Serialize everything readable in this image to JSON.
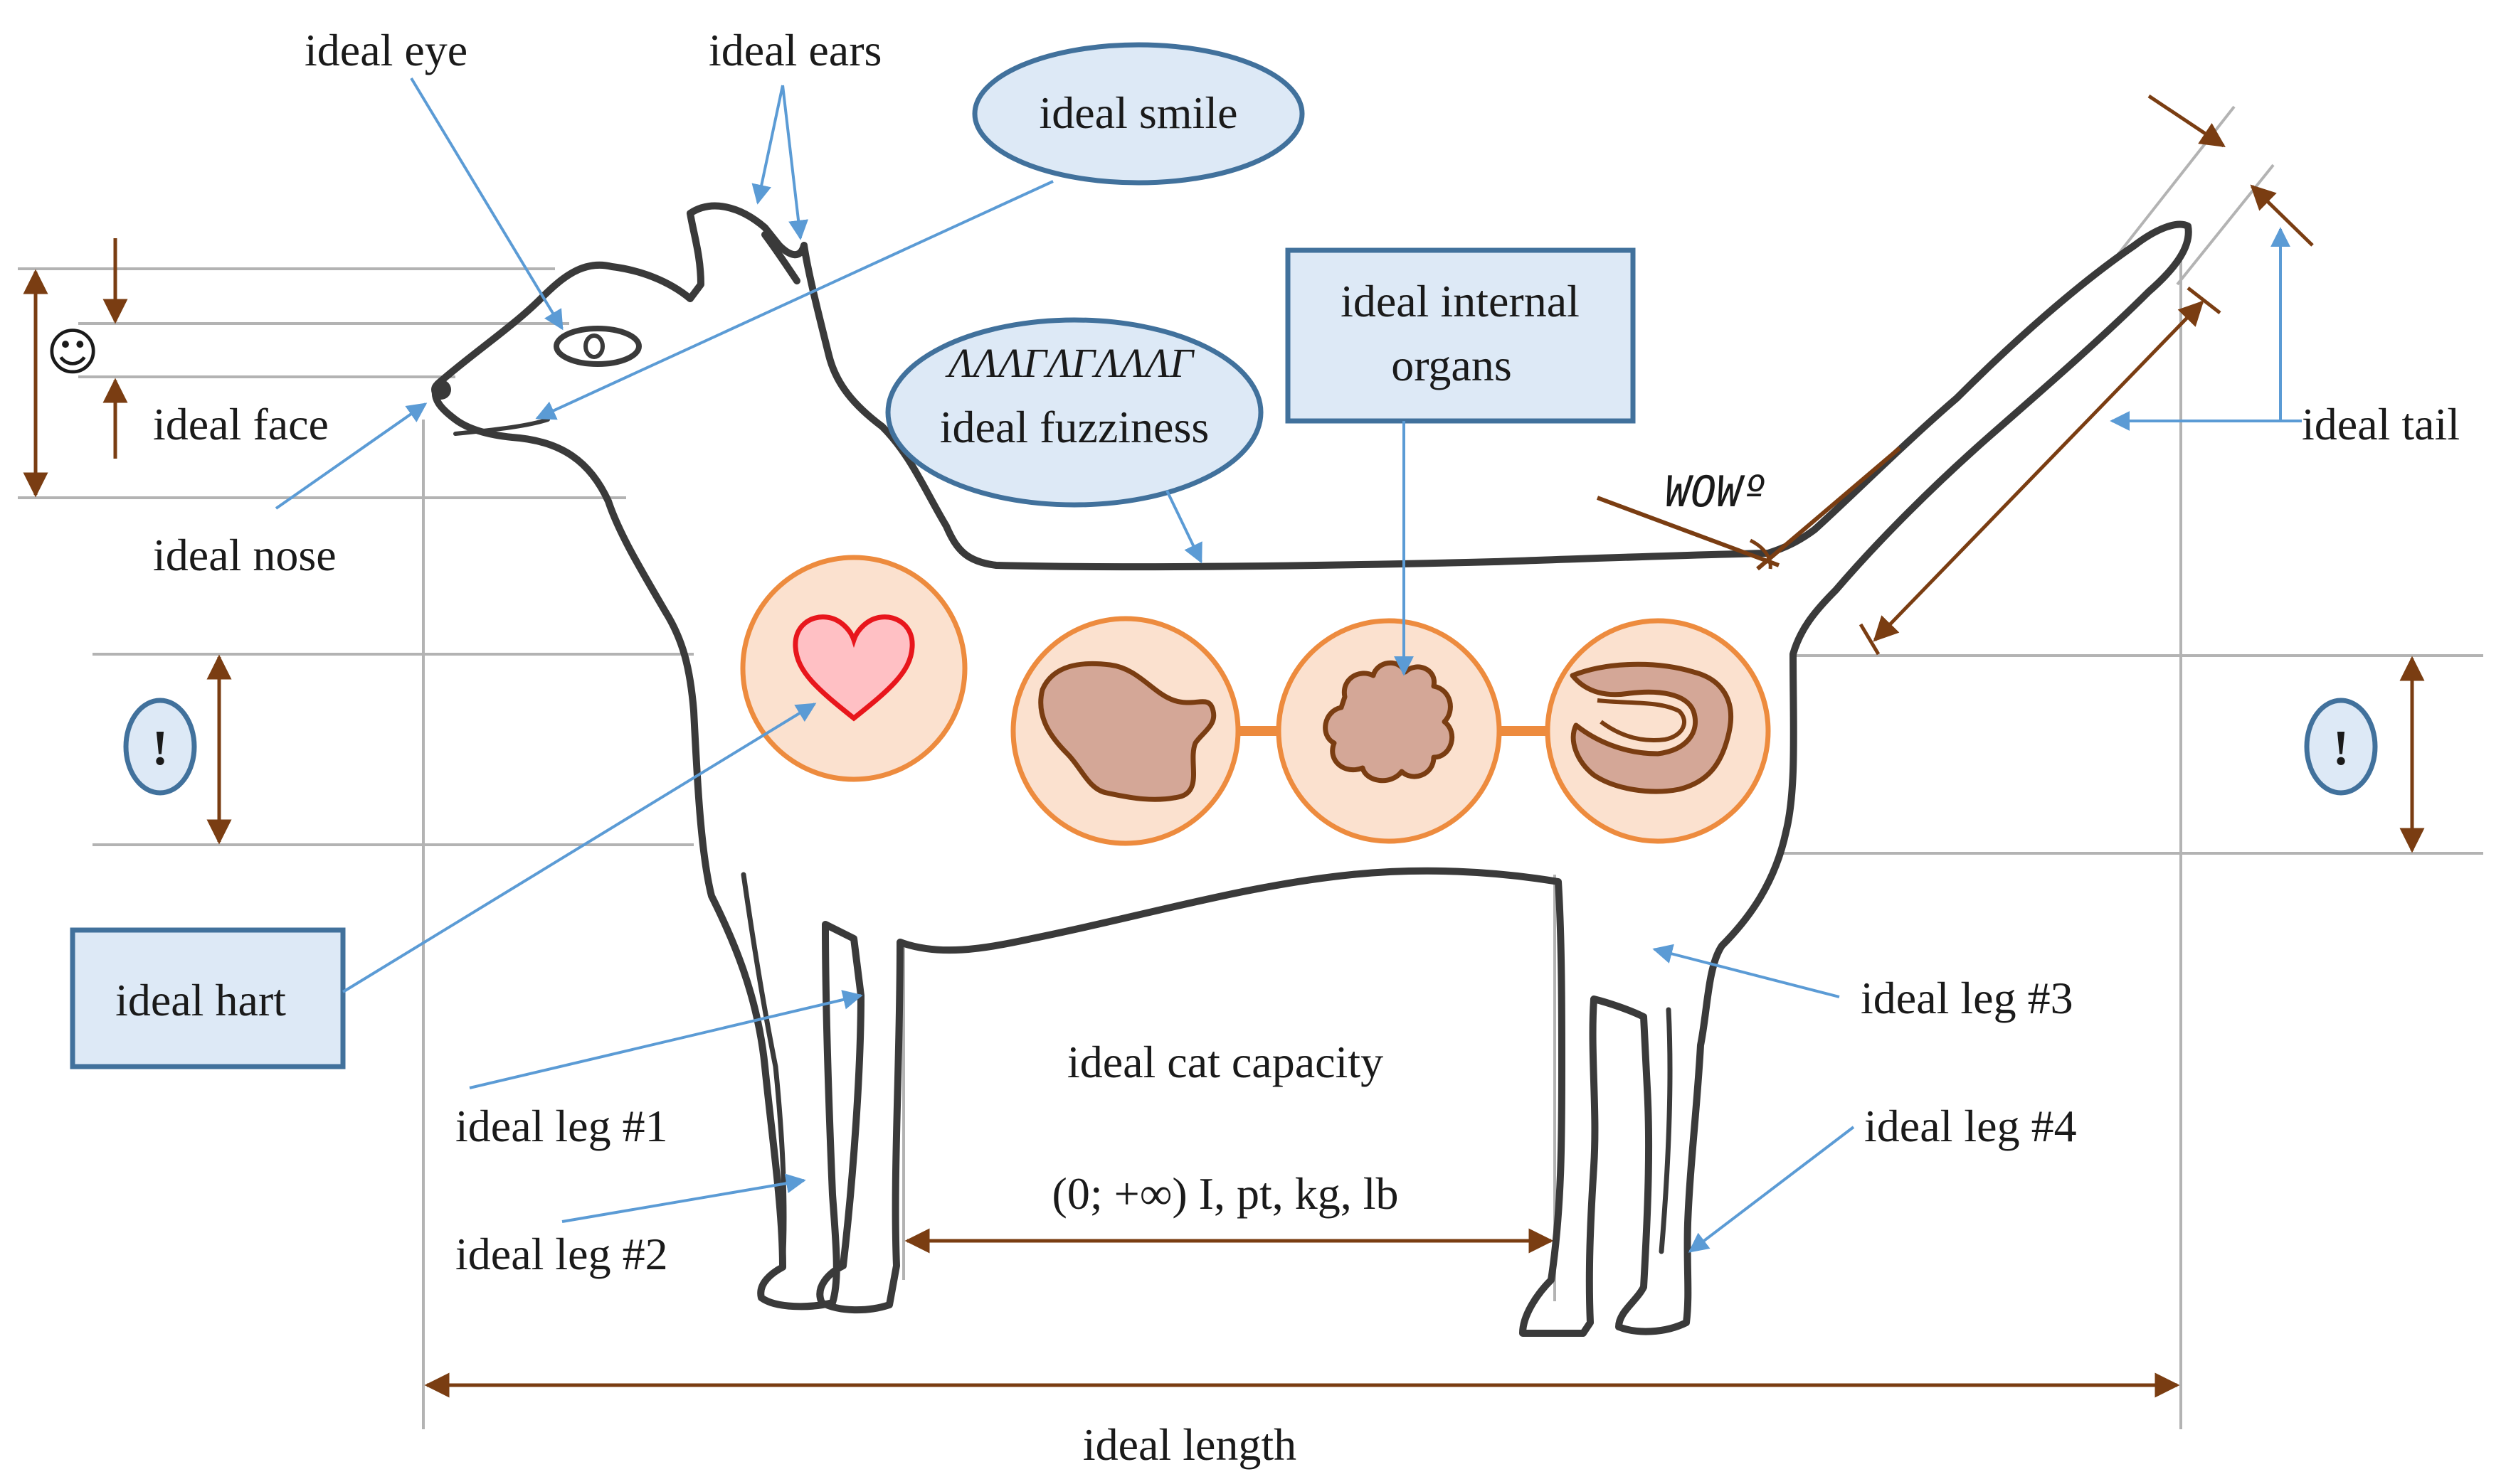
{
  "labels": {
    "eye": "ideal eye",
    "ears": "ideal ears",
    "smile": "ideal smile",
    "face": "ideal face",
    "nose": "ideal nose",
    "fuzziness_scribble": "ɅɅɅΓɅΓɅɅɅΓ",
    "fuzziness": "ideal fuzziness",
    "internal_organs_line1": "ideal internal",
    "internal_organs_line2": "organs",
    "wow": "WOWº",
    "tail": "ideal tail",
    "hart": "ideal hart",
    "leg1": "ideal leg #1",
    "leg2": "ideal leg #2",
    "leg3": "ideal leg #3",
    "leg4": "ideal leg #4",
    "capacity": "ideal cat capacity",
    "capacity_units": "(0; +∞) I, pt, kg, lb",
    "length": "ideal length",
    "smiley": "☺",
    "exclaim_left": "!",
    "exclaim_right": "!"
  },
  "colors": {
    "pointer": "#5b9bd5",
    "dimension": "#7a3d12",
    "guide": "#b3b3b3",
    "outline": "#3a3a3a",
    "callout_fill": "#dde9f6",
    "callout_stroke": "#41719c",
    "organ_ring": "#ed8b3e",
    "organ_fill": "#d4a797",
    "heart": "#e8161c"
  }
}
